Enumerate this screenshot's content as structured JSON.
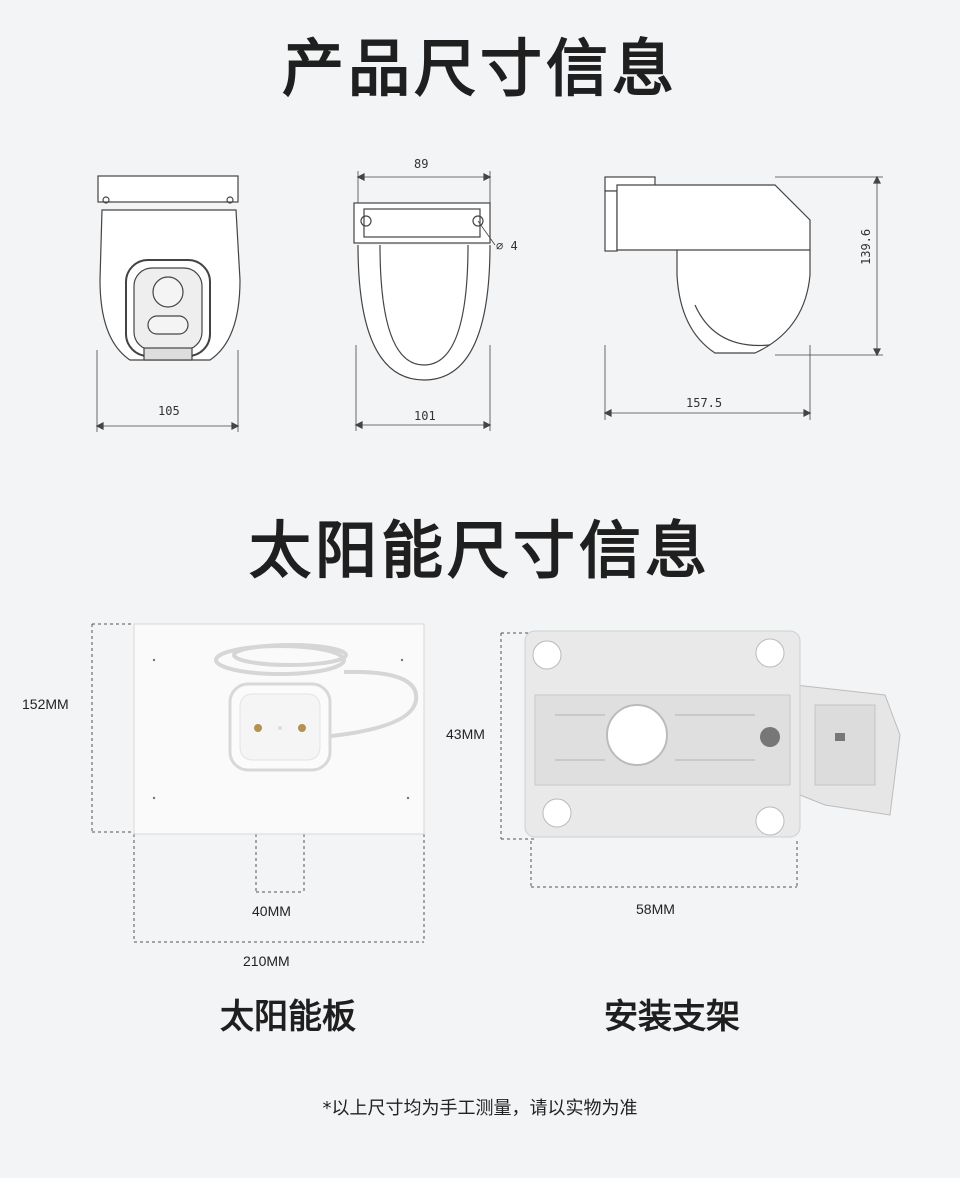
{
  "product_heading": "产品尺寸信息",
  "product_dims": {
    "front_width": "105",
    "mount_top_width": "89",
    "mount_hole": "⌀ 4",
    "mount_bottom_width": "101",
    "side_depth": "157.5",
    "side_height": "139.6"
  },
  "solar_heading": "太阳能尺寸信息",
  "solar_panel": {
    "height": "152MM",
    "base_width": "40MM",
    "width": "210MM",
    "caption": "太阳能板"
  },
  "bracket": {
    "height": "43MM",
    "width": "58MM",
    "caption": "安装支架"
  },
  "footnote": "*以上尺寸均为手工测量，请以实物为准"
}
